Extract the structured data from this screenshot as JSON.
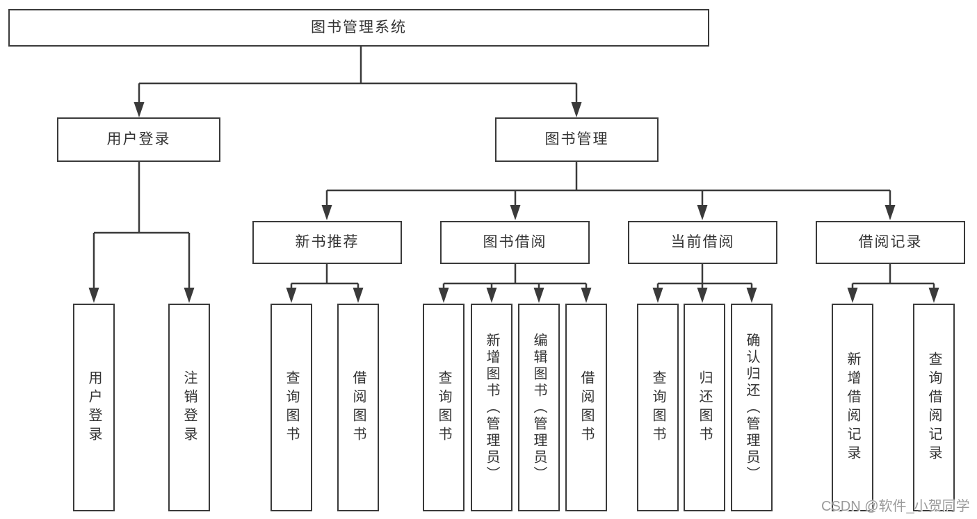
{
  "diagram": {
    "title_node": {
      "label": "图书管理系统"
    },
    "level1": [
      {
        "id": "user-login",
        "label": "用户登录"
      },
      {
        "id": "book-management",
        "label": "图书管理"
      }
    ],
    "level2": [
      {
        "id": "new-book-recommend",
        "label": "新书推荐"
      },
      {
        "id": "book-borrowing",
        "label": "图书借阅"
      },
      {
        "id": "current-borrowing",
        "label": "当前借阅"
      },
      {
        "id": "borrow-records",
        "label": "借阅记录"
      }
    ],
    "leaves": [
      {
        "id": "user-login",
        "label": "用户登录",
        "parent": "用户登录"
      },
      {
        "id": "logout",
        "label": "注销登录",
        "parent": "用户登录"
      },
      {
        "id": "query-books",
        "label": "查询图书",
        "parent": "新书推荐"
      },
      {
        "id": "borrow-books",
        "label": "借阅图书",
        "parent": "新书推荐"
      },
      {
        "id": "query-books",
        "label": "查询图书",
        "parent": "图书借阅"
      },
      {
        "id": "add-books-admin",
        "label": "新增图书（管理员）",
        "parent": "图书借阅"
      },
      {
        "id": "edit-books-admin",
        "label": "编辑图书（管理员）",
        "parent": "图书借阅"
      },
      {
        "id": "borrow-books",
        "label": "借阅图书",
        "parent": "图书借阅"
      },
      {
        "id": "query-books",
        "label": "查询图书",
        "parent": "当前借阅"
      },
      {
        "id": "return-books",
        "label": "归还图书",
        "parent": "当前借阅"
      },
      {
        "id": "confirm-return-admin",
        "label": "确认归还（管理员）",
        "parent": "当前借阅"
      },
      {
        "id": "add-borrow-record",
        "label": "新增借阅记录",
        "parent": "借阅记录"
      },
      {
        "id": "query-borrow-record",
        "label": "查询借阅记录",
        "parent": "借阅记录"
      }
    ]
  },
  "watermark": {
    "text": "CSDN @软件_小贺同学"
  },
  "colors": {
    "line": "#3a3a3a",
    "text": "#333333",
    "box_background": "#ffffff",
    "watermark": "#9b9b9b",
    "page_background": "#ffffff"
  }
}
